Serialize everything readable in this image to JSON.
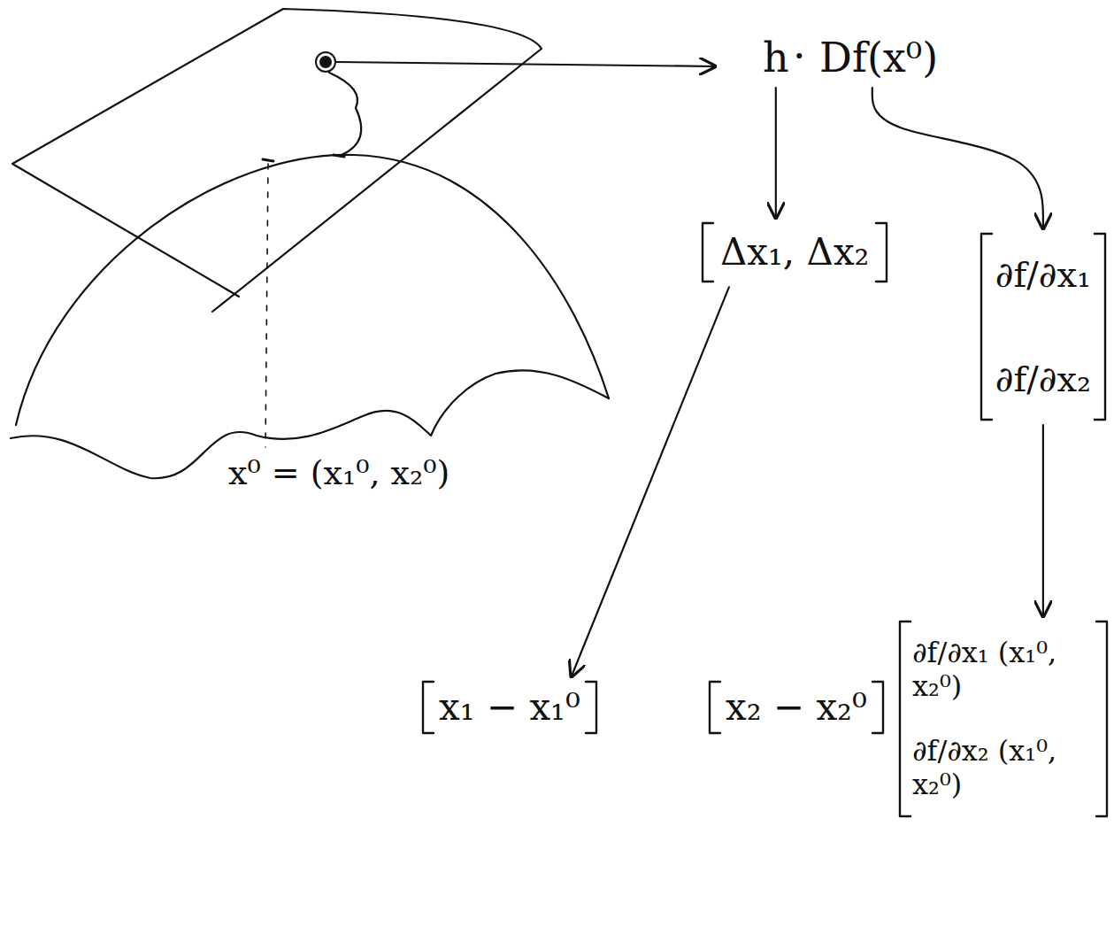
{
  "diagram": {
    "nodes": [
      {
        "text": [
          "h"
        ]
      },
      {
        "text": [
          "Df(x⁰)"
        ]
      },
      {
        "text": [
          "Δx₁, Δx₂"
        ]
      },
      {
        "text": [
          "∂f/∂x₁",
          "∂f/∂x₂"
        ]
      },
      {
        "text": [
          "x₁ − x₁⁰"
        ]
      },
      {
        "text": [
          "x₂ − x₂⁰"
        ]
      },
      {
        "text": [
          "∂f/∂x₁ (x₁⁰, x₂⁰)",
          "∂f/∂x₂ (x₁⁰, x₂⁰)"
        ]
      }
    ],
    "edges": [
      {
        "from": 0,
        "to": 2,
        "arrow": "to"
      },
      {
        "from": 1,
        "to": 3,
        "arrow": "to"
      },
      {
        "from": 2,
        "to": 4,
        "arrow": "to"
      },
      {
        "from": 3,
        "to": 6,
        "arrow": "to"
      }
    ],
    "labels": [
      "·",
      "x⁰ = (x₁⁰, x₂⁰)"
    ]
  }
}
